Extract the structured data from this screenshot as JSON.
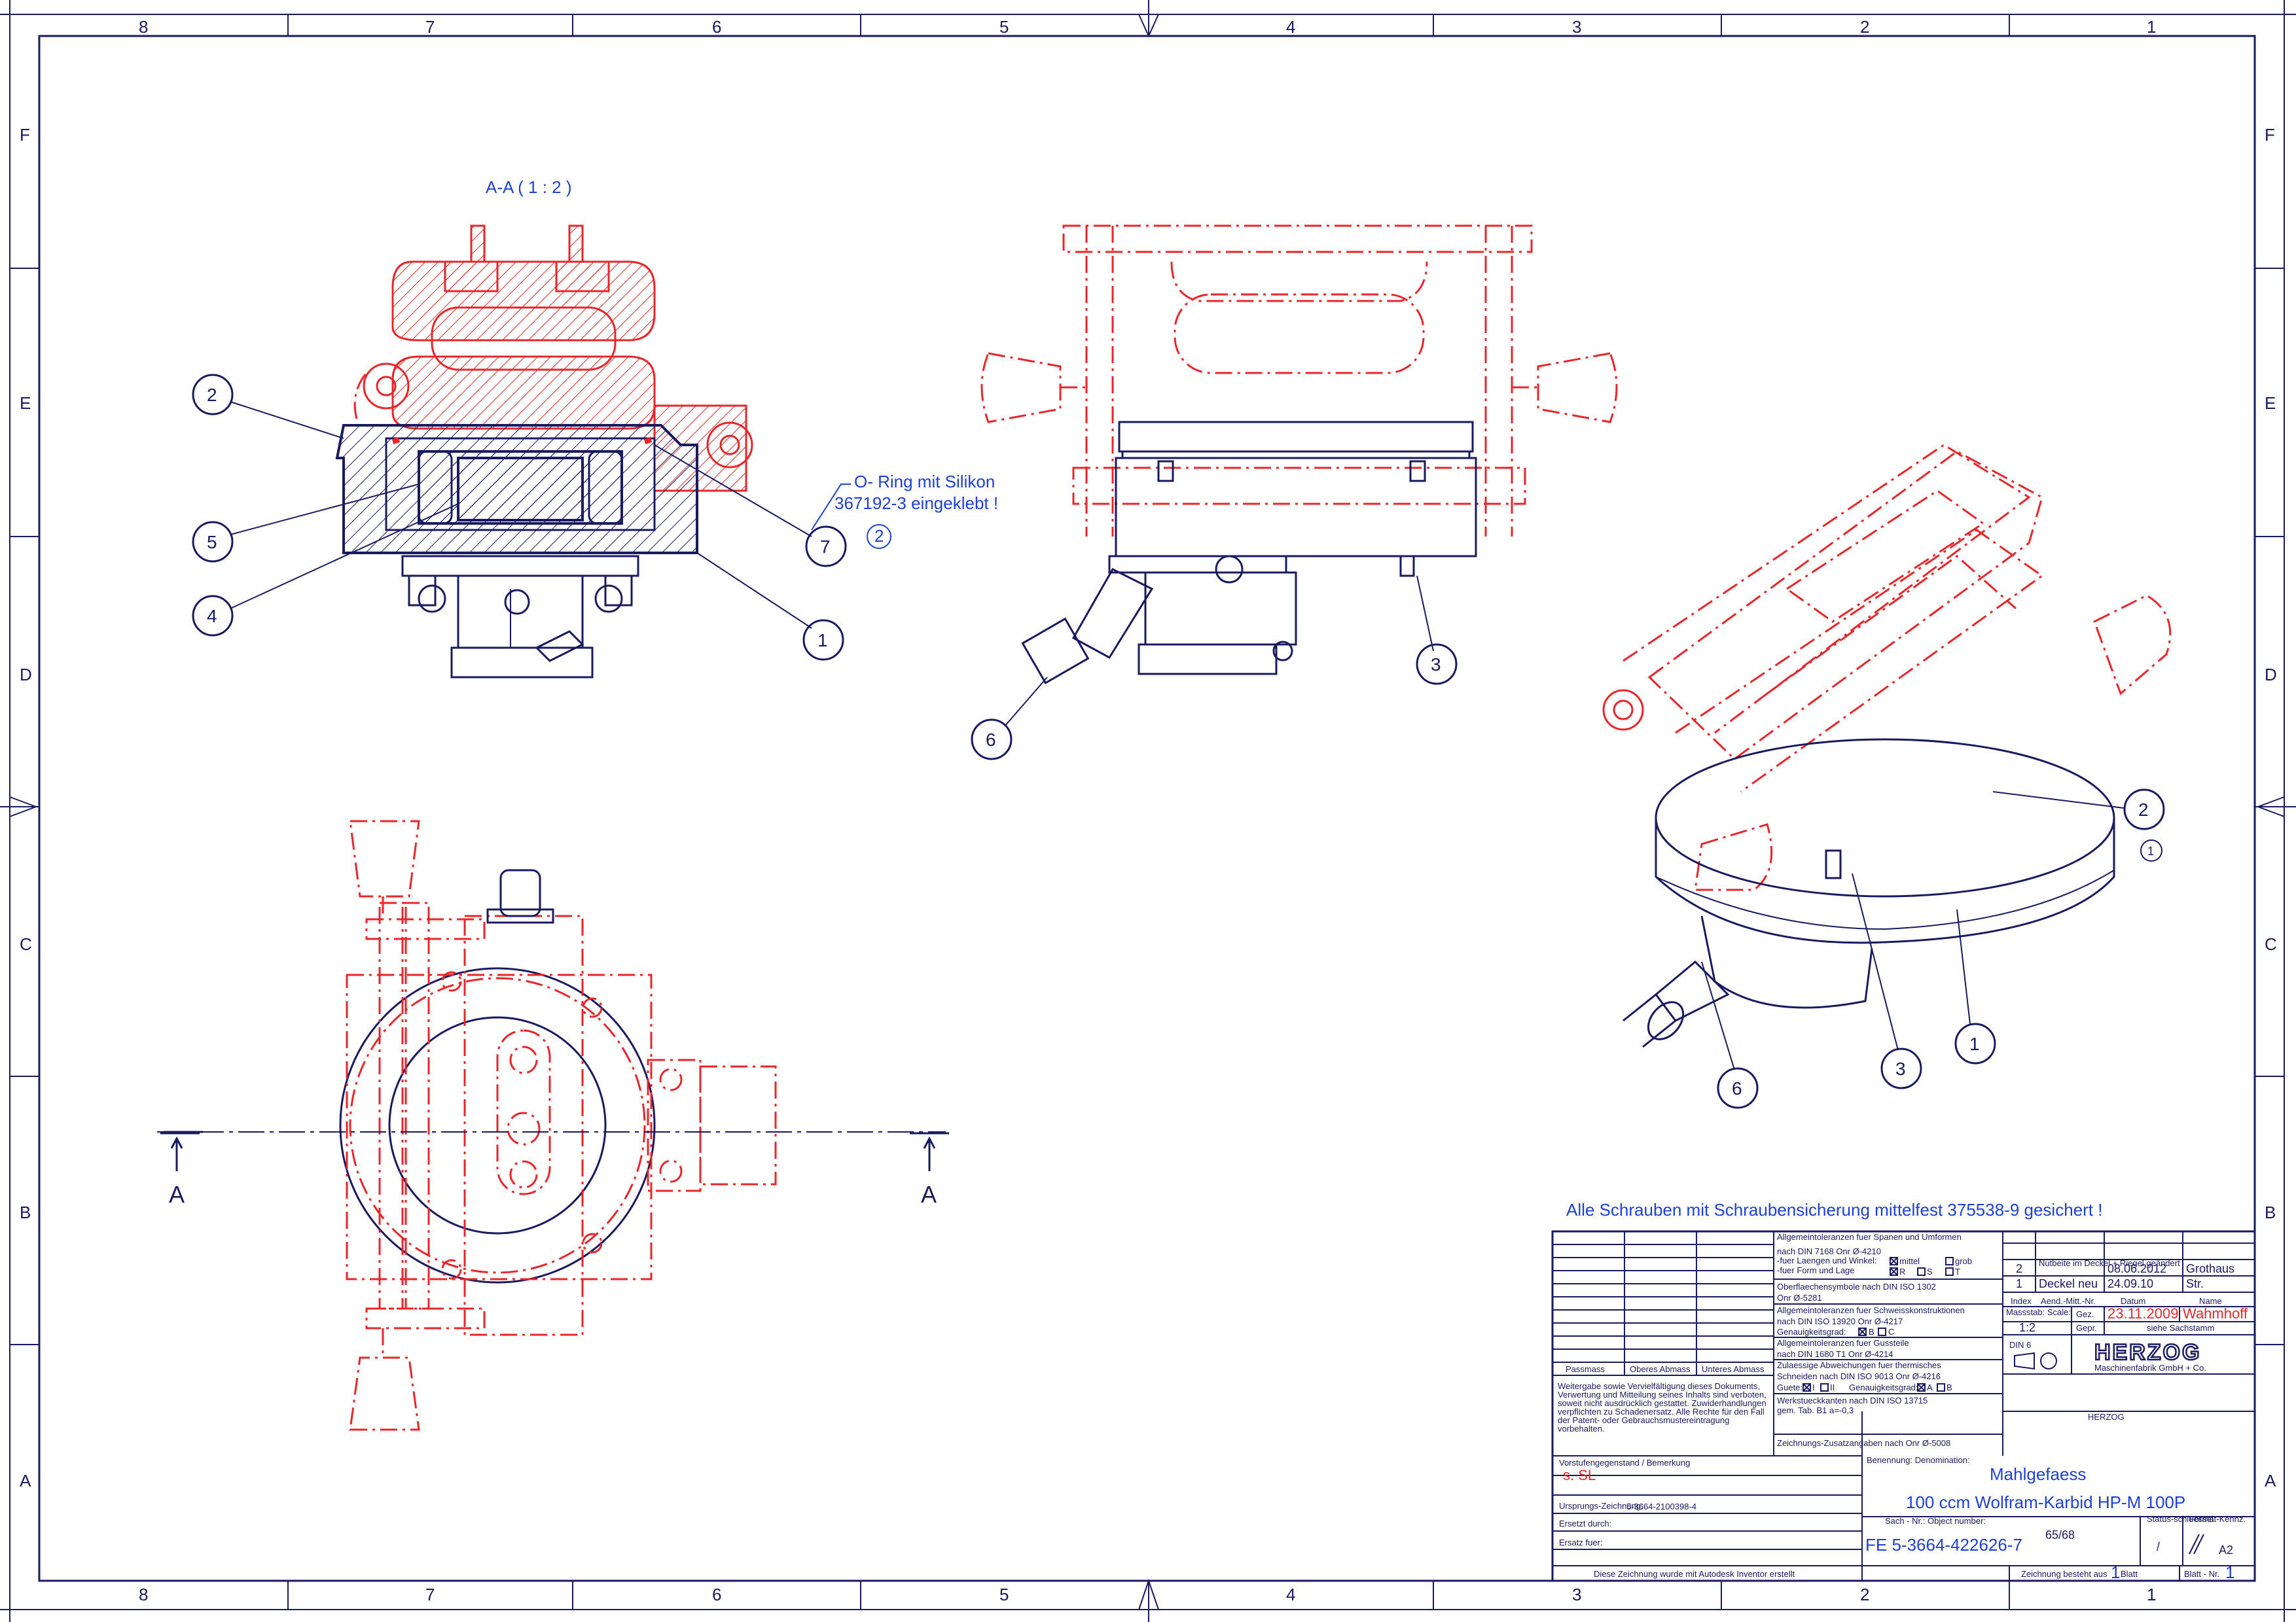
{
  "border": {
    "columns": [
      "8",
      "7",
      "6",
      "5",
      "4",
      "3",
      "2",
      "1"
    ],
    "rows": [
      "F",
      "E",
      "D",
      "C",
      "B",
      "A"
    ]
  },
  "section": {
    "title": "A-A ( 1 : 2 )",
    "cut_label_left": "A",
    "cut_label_right": "A"
  },
  "note_oring": {
    "line1": "O- Ring mit Silikon",
    "line2": "367192-3 eingeklebt !",
    "rev_mark": "2"
  },
  "note_screws": "Alle Schrauben mit Schraubensicherung mittelfest 375538-9 gesichert !",
  "iso_rev_mark": "1",
  "balloons": {
    "section": [
      "2",
      "5",
      "4",
      "7",
      "1"
    ],
    "side": [
      "3",
      "6"
    ],
    "iso": [
      "2",
      "1",
      "3",
      "6"
    ]
  },
  "titleblock": {
    "tol_spanen": "Allgemeintoleranzen fuer Spanen und Umformen",
    "tol_din7168": "nach DIN 7168  Onr Ø-4210",
    "tol_laengen": "-fuer Laengen und Winkel:",
    "tol_form": "-fuer Form und Lage",
    "opt_mittel": "mittel",
    "opt_grob": "grob",
    "opt_R": "R",
    "opt_S": "S",
    "opt_T": "T",
    "surf": "Oberflaechensymbole nach DIN ISO 1302",
    "surf_onr": "Onr Ø-5281",
    "weld": "Allgemeintoleranzen fuer Schweisskonstruktionen",
    "weld_din": "nach DIN ISO 13920  Onr Ø-4217",
    "weld_grade": "Genauigkeitsgrad:",
    "opt_B": "B",
    "opt_C": "C",
    "cast": "Allgemeintoleranzen fuer Gussteile",
    "cast_din": "nach DIN 1680 T1  Onr Ø-4214",
    "thermal": "Zulaessige Abweichungen fuer thermisches",
    "thermal2": "Schneiden nach DIN ISO 9013  Onr Ø-4216",
    "thermal_guete": "Guete:",
    "opt_I": "I",
    "opt_II": "II",
    "opt_A": "A",
    "edges": "Werkstueckkanten nach DIN ISO 13715",
    "edges2": "gem.  Tab. B1 a=-0,3",
    "drawing_add": "Zeichnungs-Zusatzangaben nach Onr Ø-5008",
    "passmass": "Passmass",
    "oberes": "Oberes Abmass",
    "unteres": "Unteres Abmass",
    "legal": [
      "Weitergabe sowie Vervielfältigung dieses Dokuments,",
      "Verwertung und Mitteilung seines Inhalts sind verboten,",
      "soweit nicht ausdrücklich gestattet. Zuwiderhandlungen",
      "verpflichten zu Schadenersatz. Alle Rechte für den Fall",
      "der Patent- oder Gebrauchsmustereintragung",
      "vorbehalten."
    ],
    "prev_label": "Vorstufengegenstand / Bemerkung",
    "prev_value": "s. SL",
    "origin_label": "Ursprungs-Zeichnung:",
    "origin_value": "5-3664-2100398-4",
    "replaced_by": "Ersetzt durch:",
    "replaces": "Ersatz fuer:",
    "inventor": "Diese Zeichnung wurde mit Autodesk Inventor erstellt",
    "rev2_index": "2",
    "rev2_text_small": "Nutbeite im Deckel + Riegel geändert",
    "rev2_date": "08.06.2012",
    "rev2_name": "Grothaus",
    "rev1_index": "1",
    "rev1_text": "Deckel neu",
    "rev1_date": "24.09.10",
    "rev1_name": "Str.",
    "h_index": "Index",
    "h_aend": "Aend.-Mitt.-Nr.",
    "h_datum": "Datum",
    "h_name": "Name",
    "scale_label": "Massstab: Scale:",
    "scale": "1:2",
    "gez": "Gez.",
    "gez_date": "23.11.2009",
    "gez_name": "Wahmhoff",
    "gepr": "Gepr.",
    "sachstamm": "siehe Sachstamm",
    "din6": "DIN 6",
    "company_logo": "HERZOG",
    "company": "Maschinenfabrik GmbH + Co.",
    "benennung_label": "Benennung: Denomination:",
    "title1": "Mahlgefaess",
    "title2": "100 ccm Wolfram-Karbid   HP-M 100P",
    "sach_label": "Sach - Nr.:   Object number:",
    "status_label": "Status-schluessel",
    "format_label": "Format-Kennz.",
    "object_number": "FE  5-3664-422626-7",
    "overlay": "65/68",
    "status_value": "/",
    "format_value": "A2",
    "sheets_label": "Zeichnung besteht aus",
    "sheets_value": "1",
    "blatt": "Blatt",
    "blatt_nr_label": "Blatt - Nr.",
    "blatt_nr": "1"
  },
  "colors": {
    "linework": "#1a1a60",
    "phantom": "#e8262a",
    "annotation": "#1e3fd8"
  }
}
